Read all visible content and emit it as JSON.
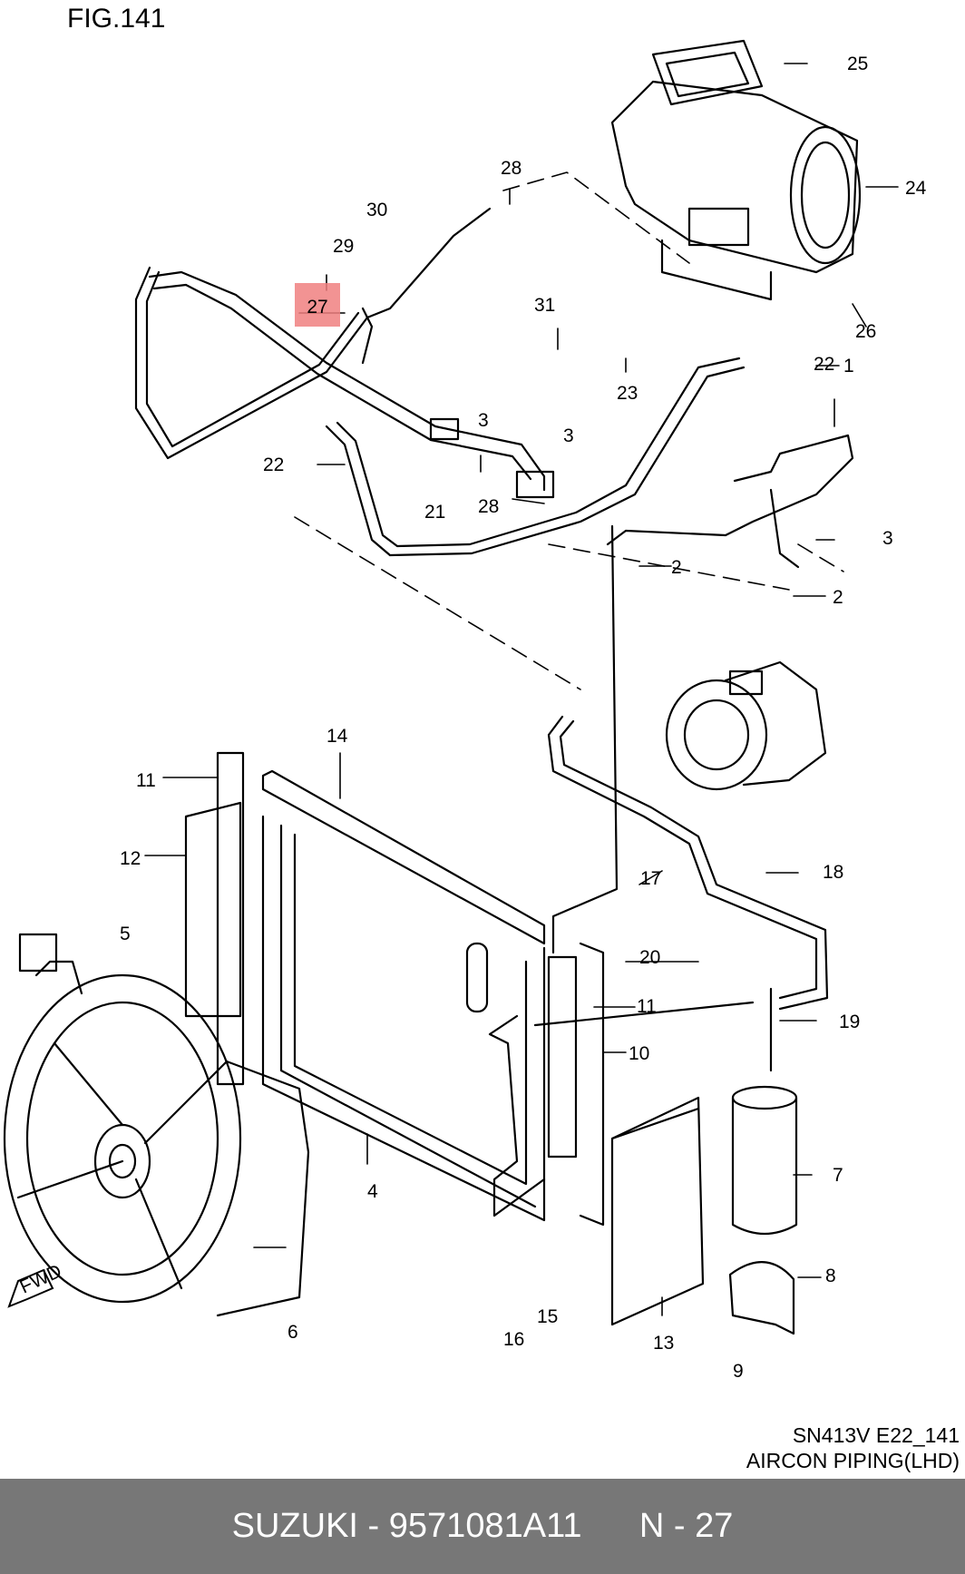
{
  "figure": {
    "title": "FIG.141",
    "code": "SN413V E22_141",
    "subtitle": "AIRCON PIPING(LHD)",
    "fwd_label": "FWD",
    "highlight_label": "27",
    "highlight_color": "#f08080"
  },
  "callouts": [
    "1",
    "2",
    "2",
    "3",
    "3",
    "3",
    "4",
    "5",
    "6",
    "7",
    "8",
    "9",
    "10",
    "11",
    "11",
    "12",
    "13",
    "14",
    "15",
    "16",
    "17",
    "18",
    "19",
    "20",
    "21",
    "22",
    "22",
    "23",
    "24",
    "25",
    "26",
    "28",
    "28",
    "29",
    "30",
    "31"
  ],
  "footer": {
    "brand": "SUZUKI",
    "part_number": "9571081A11",
    "position": "N - 27"
  }
}
